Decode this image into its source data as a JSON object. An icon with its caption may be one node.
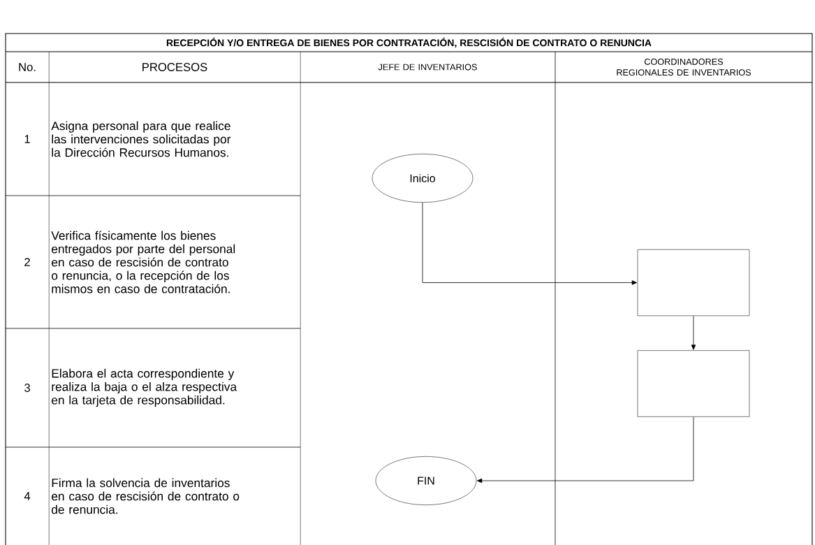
{
  "diagram": {
    "title": "RECEPCIÓN Y/O ENTREGA DE BIENES POR CONTRATACIÓN, RESCISIÓN DE CONTRATO  O RENUNCIA",
    "nodes": [
      {
        "text": [
          "Inicio"
        ]
      },
      {
        "text": [],
        "shape": "box"
      },
      {
        "text": [],
        "shape": "box"
      },
      {
        "text": [
          "FIN"
        ]
      }
    ],
    "edges": [
      {
        "from": 0,
        "to": 1,
        "arrow": "to"
      },
      {
        "from": 1,
        "to": 2,
        "arrow": "to"
      },
      {
        "from": 2,
        "to": 3,
        "arrow": "to"
      }
    ],
    "labels": [
      "No.",
      "PROCESOS",
      "JEFE DE INVENTARIOS",
      "COORDINADORES REGIONALES DE INVENTARIOS",
      "1",
      "Asigna personal para que realice las  intervenciones solicitadas por la Dirección Recursos Humanos.",
      "2",
      "Verifica físicamente los bienes entregados por parte del personal en caso de rescisión de contrato o renuncia, o la recepción de los mismos en caso de contratación.",
      "3",
      "Elabora el acta correspondiente y realiza la baja o el alza respectiva en la tarjeta de responsabilidad.",
      "4",
      "Firma la solvencia de inventarios en caso de rescisión de contrato o de renuncia."
    ]
  }
}
